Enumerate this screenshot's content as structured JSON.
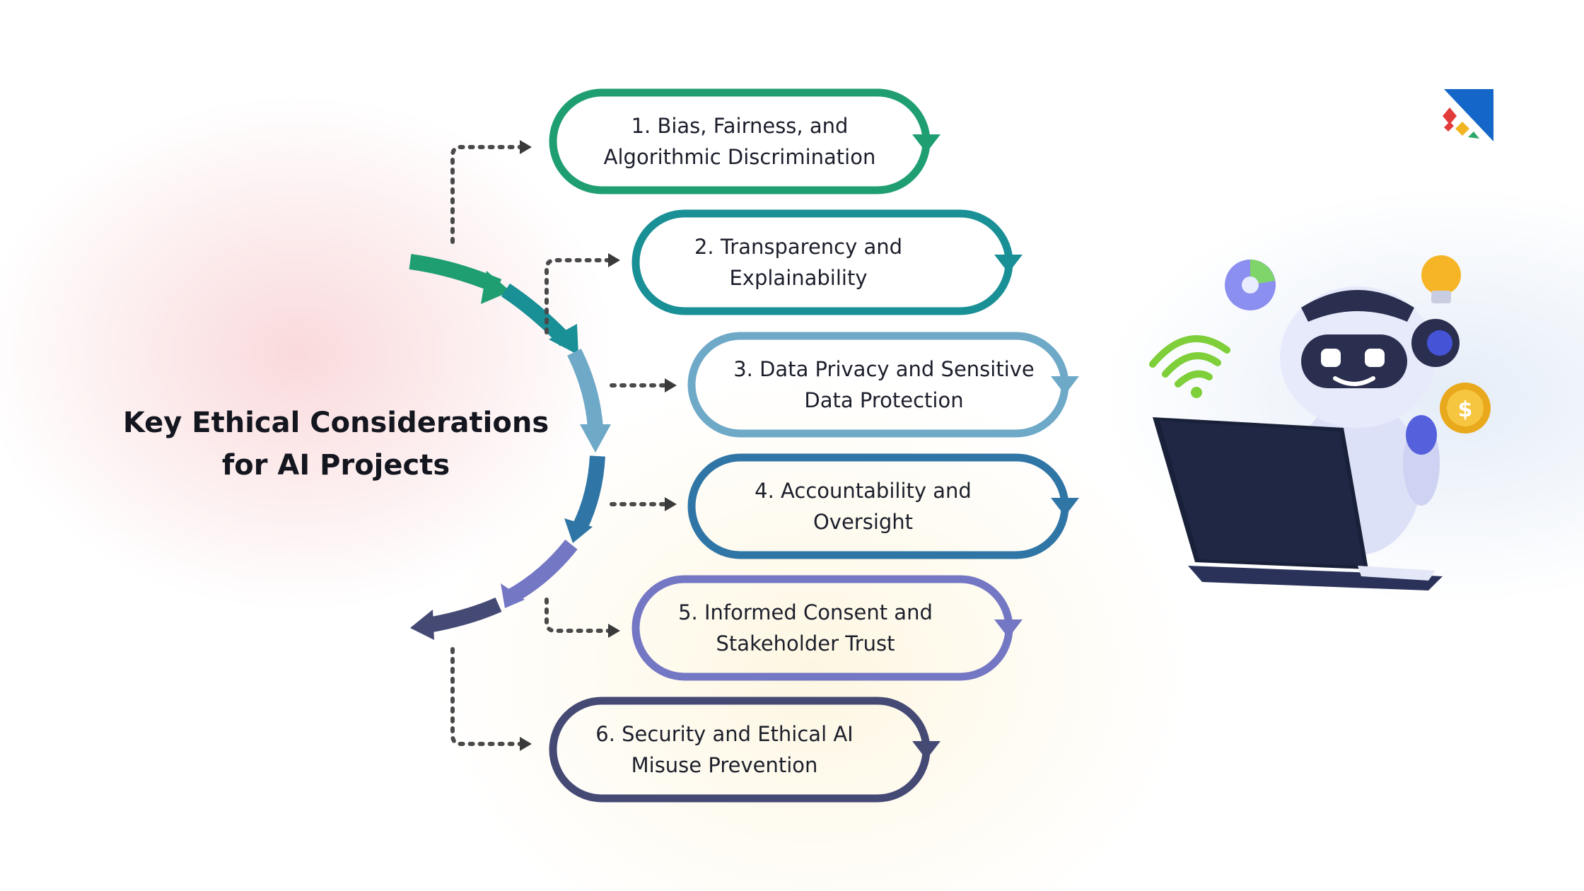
{
  "title": {
    "line1": "Key Ethical Considerations",
    "line2": "for AI Projects"
  },
  "steps": [
    {
      "line1": "1. Bias, Fairness, and",
      "line2": "Algorithmic Discrimination",
      "color": "#1f9e72"
    },
    {
      "line1": "2. Transparency and",
      "line2": "Explainability",
      "color": "#198f96"
    },
    {
      "line1": "3. Data Privacy and Sensitive",
      "line2": "Data Protection",
      "color": "#6fa9c8"
    },
    {
      "line1": "4. Accountability and",
      "line2": "Oversight",
      "color": "#2f76a6"
    },
    {
      "line1": "5. Informed Consent and",
      "line2": "Stakeholder Trust",
      "color": "#7377c4"
    },
    {
      "line1": "6. Security and Ethical AI",
      "line2": "Misuse Prevention",
      "color": "#454a75"
    }
  ],
  "icons": {
    "logo": "brand-logo-icon",
    "illustration": "robot-laptop-illustration"
  },
  "colors": {
    "title": "#14161f",
    "connector": "#4a4a4a"
  }
}
